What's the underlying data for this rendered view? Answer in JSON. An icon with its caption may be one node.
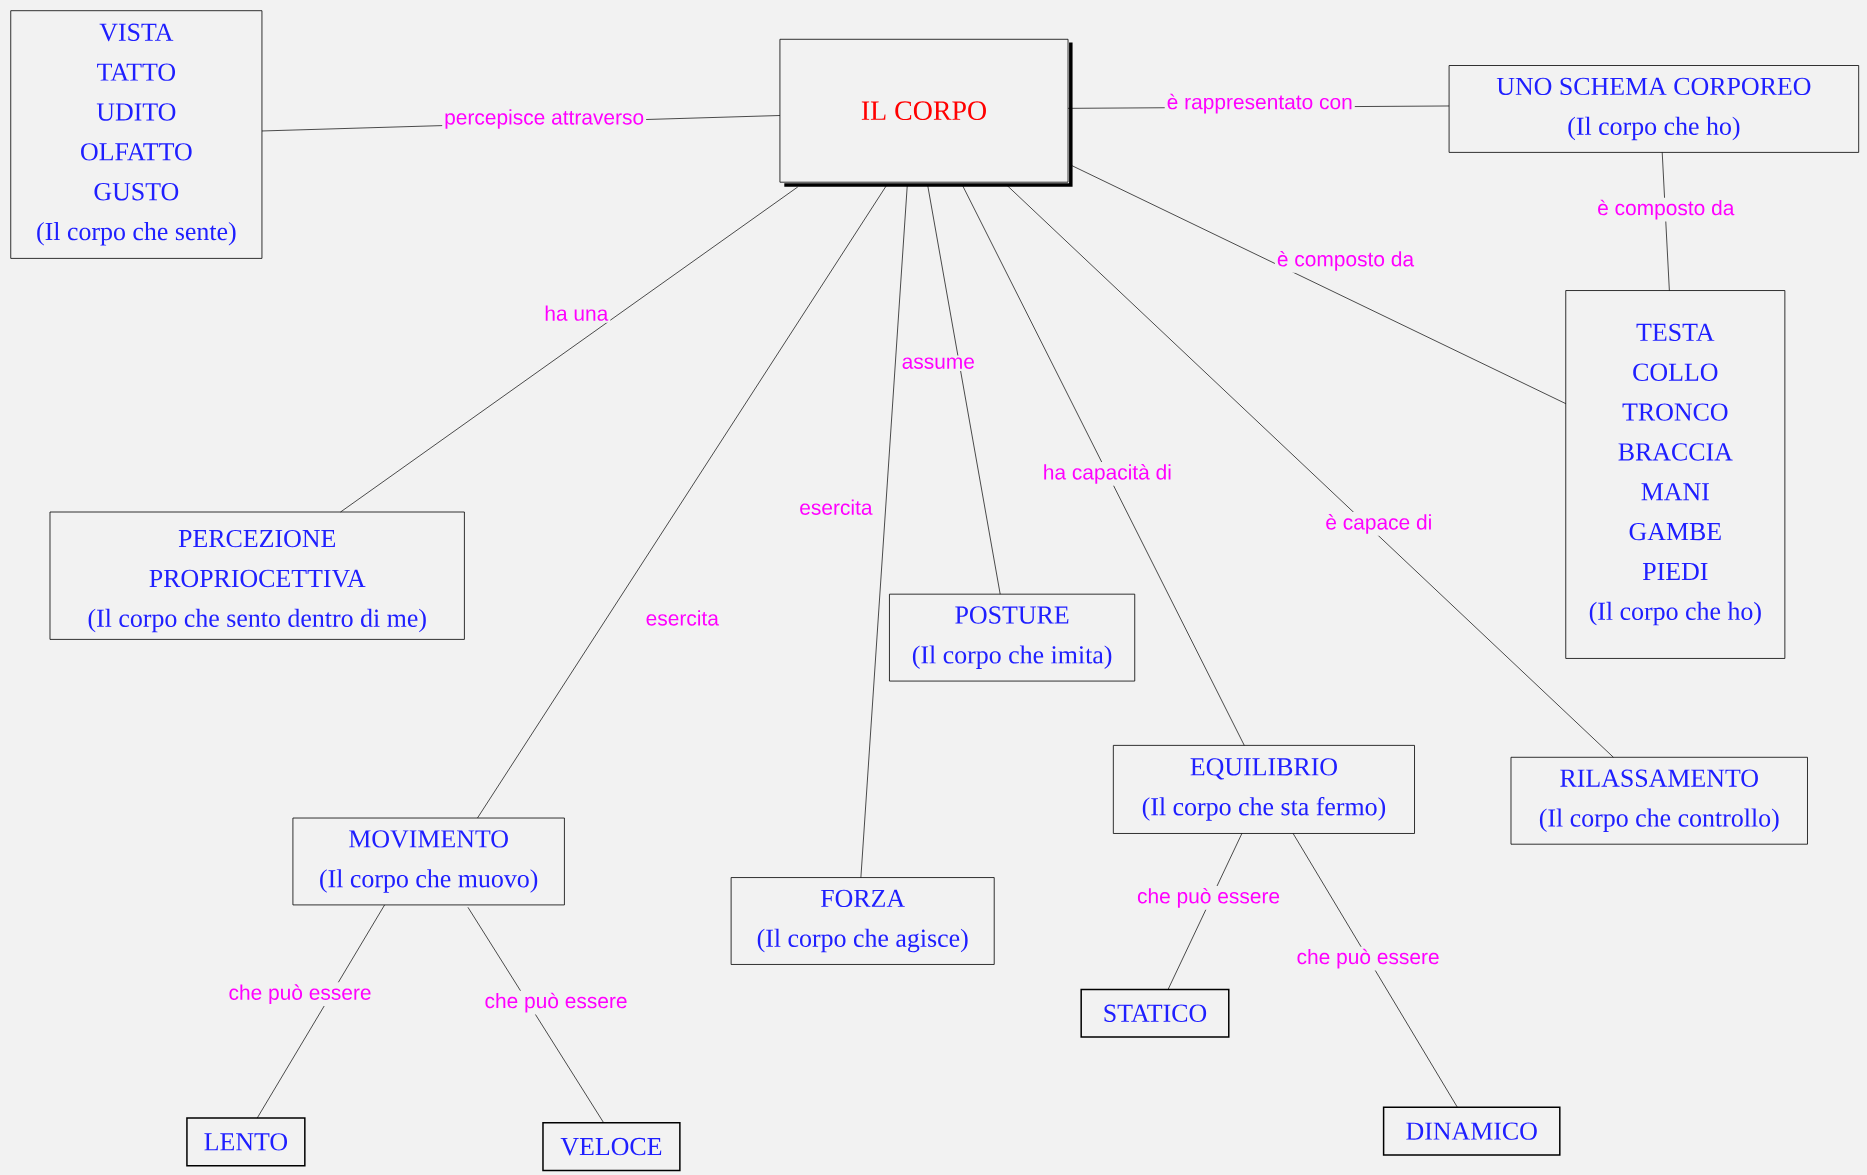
{
  "diagram": {
    "nodes": [
      {
        "text": [
          "IL CORPO"
        ]
      },
      {
        "text": [
          "VISTA",
          "TATTO",
          "UDITO",
          "OLFATTO",
          "GUSTO",
          "(Il corpo che sente)"
        ]
      },
      {
        "text": [
          "UNO SCHEMA CORPOREO",
          "(Il corpo che ho)"
        ]
      },
      {
        "text": [
          "TESTA",
          "COLLO",
          "TRONCO",
          "BRACCIA",
          "MANI",
          "GAMBE",
          "PIEDI",
          "(Il corpo che ho)"
        ]
      },
      {
        "text": [
          "PERCEZIONE PROPRIOCETTIVA",
          "(Il corpo che sento dentro di me)"
        ]
      },
      {
        "text": [
          "MOVIMENTO",
          "(Il corpo che muovo)"
        ]
      },
      {
        "text": [
          "FORZA",
          "(Il corpo che agisce)"
        ]
      },
      {
        "text": [
          "POSTURE",
          "(Il corpo che imita)"
        ]
      },
      {
        "text": [
          "EQUILIBRIO",
          "(Il corpo che sta fermo)"
        ]
      },
      {
        "text": [
          "RILASSAMENTO",
          "(Il corpo che controllo)"
        ]
      },
      {
        "text": [
          "LENTO"
        ]
      },
      {
        "text": [
          "VELOCE"
        ]
      },
      {
        "text": [
          "STATICO"
        ]
      },
      {
        "text": [
          "DINAMICO"
        ]
      }
    ],
    "edges": [
      {
        "from": 0,
        "to": 1,
        "arrow": "none",
        "label": "percepisce attraverso"
      },
      {
        "from": 0,
        "to": 2,
        "arrow": "none",
        "label": "è rappresentato con"
      },
      {
        "from": 2,
        "to": 3,
        "arrow": "none",
        "label": "è composto da"
      },
      {
        "from": 0,
        "to": 3,
        "arrow": "none",
        "label": "è composto da"
      },
      {
        "from": 0,
        "to": 4,
        "arrow": "none",
        "label": "ha una"
      },
      {
        "from": 0,
        "to": 5,
        "arrow": "none",
        "label": "esercita"
      },
      {
        "from": 0,
        "to": 6,
        "arrow": "none",
        "label": "esercita"
      },
      {
        "from": 0,
        "to": 7,
        "arrow": "none",
        "label": "assume"
      },
      {
        "from": 0,
        "to": 8,
        "arrow": "none",
        "label": "ha capacità di"
      },
      {
        "from": 0,
        "to": 9,
        "arrow": "none",
        "label": "è capace di"
      },
      {
        "from": 5,
        "to": 10,
        "arrow": "none",
        "label": "che può essere"
      },
      {
        "from": 5,
        "to": 11,
        "arrow": "none",
        "label": "che può essere"
      },
      {
        "from": 8,
        "to": 12,
        "arrow": "none",
        "label": "che può essere"
      },
      {
        "from": 8,
        "to": 13,
        "arrow": "none",
        "label": "che può essere"
      }
    ]
  }
}
